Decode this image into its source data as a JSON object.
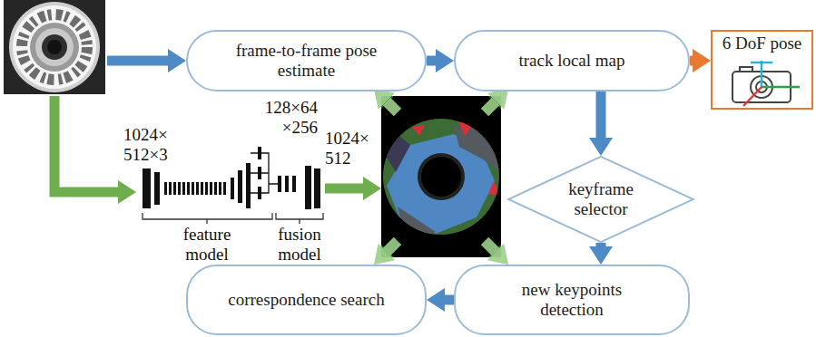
{
  "diagram": {
    "nodes": [
      {
        "text": [
          "frame-to-frame pose estimate"
        ]
      },
      {
        "text": [
          "track local map"
        ]
      },
      {
        "text": [
          "6 DoF pose"
        ]
      },
      {
        "text": [
          "keyframe selector"
        ]
      },
      {
        "text": [
          "new keypoints detection"
        ]
      },
      {
        "text": [
          "correspondence search"
        ]
      }
    ],
    "edges": [
      {
        "from": 0,
        "to": 1,
        "arrow": "to"
      },
      {
        "from": 1,
        "to": 2,
        "arrow": "to"
      },
      {
        "from": 1,
        "to": 3,
        "arrow": "to"
      },
      {
        "from": 3,
        "to": 4,
        "arrow": "to"
      },
      {
        "from": 4,
        "to": 5,
        "arrow": "to"
      }
    ],
    "labels": [
      "1024× 512×3",
      "128×64 ×256",
      "1024× 512",
      "feature model",
      "fusion model"
    ]
  }
}
